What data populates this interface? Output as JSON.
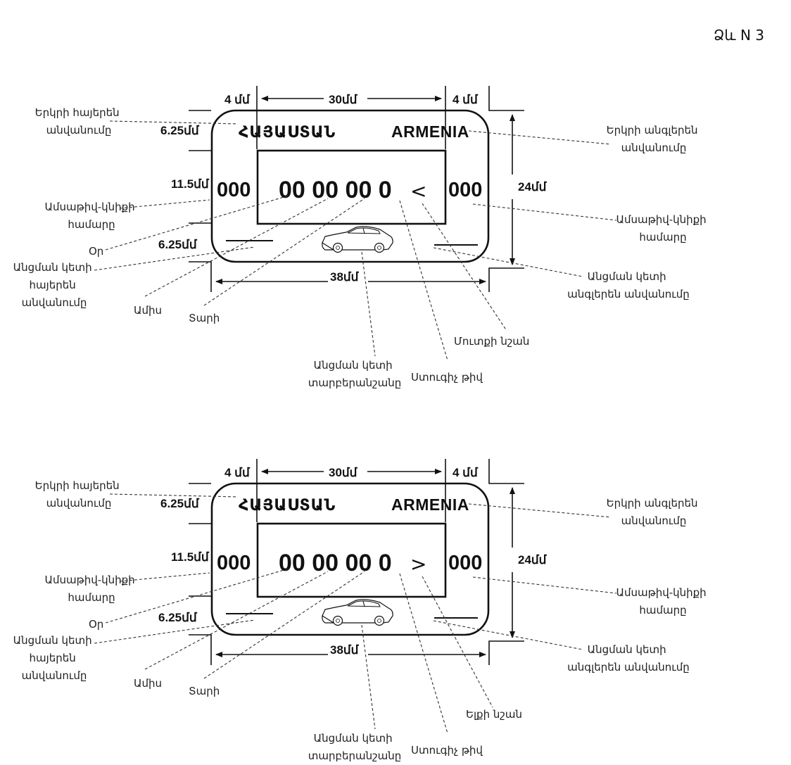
{
  "annex_label": "Ձև N 3",
  "diagrams": [
    {
      "dims": {
        "left_margin": "4 մմ",
        "center_width": "30մմ",
        "right_margin": "4 մմ",
        "top_row": "6.25մմ",
        "middle_row": "11.5մմ",
        "bottom_row": "6.25մմ",
        "height": "24մմ",
        "total_width": "38մմ"
      },
      "plate": {
        "country_hy": "ՀԱՅԱՍՏԱՆ",
        "country_en": "ARMENIA",
        "left_code": "000",
        "right_code": "000",
        "date_number": "00 00 00 0",
        "direction_sign": "<"
      },
      "labels": {
        "country_hy": [
          "Երկրի հայերեն",
          "անվանումը"
        ],
        "country_en": [
          "Երկրի անգլերեն",
          "անվանումը"
        ],
        "date_time_left": [
          "Ամսաթիվ-կնիքի",
          "համարը"
        ],
        "date_time_right": [
          "Ամսաթիվ-կնիքի",
          "համարը"
        ],
        "day": "Օր",
        "checkpoint_hy": [
          "Անցման կետի",
          "հայերեն",
          "անվանումը"
        ],
        "month": "Ամիս",
        "year": "Տարի",
        "checkpoint_en": [
          "Անցման կետի",
          "անգլերեն անվանումը"
        ],
        "direction": "Մուտքի նշան",
        "checkpoint_type": [
          "Անցման կետի",
          "տարբերանշանը"
        ],
        "control_digit": "Ստուգիչ թիվ"
      }
    },
    {
      "dims": {
        "left_margin": "4 մմ",
        "center_width": "30մմ",
        "right_margin": "4 մմ",
        "top_row": "6.25մմ",
        "middle_row": "11.5մմ",
        "bottom_row": "6.25մմ",
        "height": "24մմ",
        "total_width": "38մմ"
      },
      "plate": {
        "country_hy": "ՀԱՅԱՍՏԱՆ",
        "country_en": "ARMENIA",
        "left_code": "000",
        "right_code": "000",
        "date_number": "00 00 00 0",
        "direction_sign": ">"
      },
      "labels": {
        "country_hy": [
          "Երկրի հայերեն",
          "անվանումը"
        ],
        "country_en": [
          "Երկրի անգլերեն",
          "անվանումը"
        ],
        "date_time_left": [
          "Ամսաթիվ-կնիքի",
          "համարը"
        ],
        "date_time_right": [
          "Ամսաթիվ-կնիքի",
          "համարը"
        ],
        "day": "Օր",
        "checkpoint_hy": [
          "Անցման կետի",
          "հայերեն",
          "անվանումը"
        ],
        "month": "Ամիս",
        "year": "Տարի",
        "checkpoint_en": [
          "Անցման կետի",
          "անգլերեն անվանումը"
        ],
        "direction": "Ելքի նշան",
        "checkpoint_type": [
          "Անցման կետի",
          "տարբերանշանը"
        ],
        "control_digit": "Ստուգիչ թիվ"
      }
    }
  ]
}
